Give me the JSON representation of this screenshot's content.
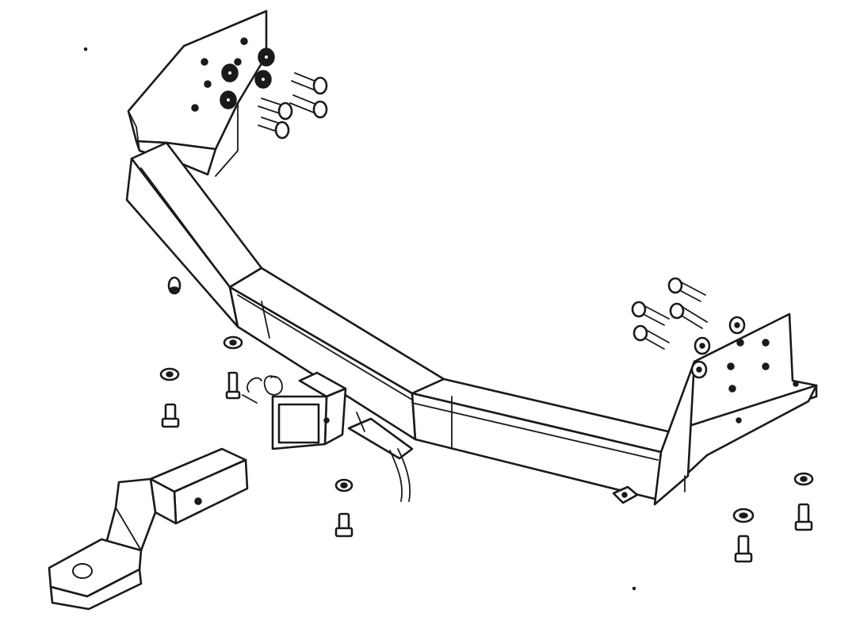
{
  "diagram": {
    "colors": {
      "line": "#1a1a1a",
      "background": "#ffffff"
    },
    "parts": [
      {
        "name": "hitch-crossmember"
      },
      {
        "name": "receiver-tube"
      },
      {
        "name": "left-mounting-bracket"
      },
      {
        "name": "right-mounting-bracket"
      },
      {
        "name": "ball-mount-drawbar"
      },
      {
        "name": "hitch-pin-and-clip"
      },
      {
        "name": "safety-chain-loop"
      },
      {
        "name": "mounting-bolts"
      },
      {
        "name": "washers-and-nuts"
      }
    ]
  }
}
